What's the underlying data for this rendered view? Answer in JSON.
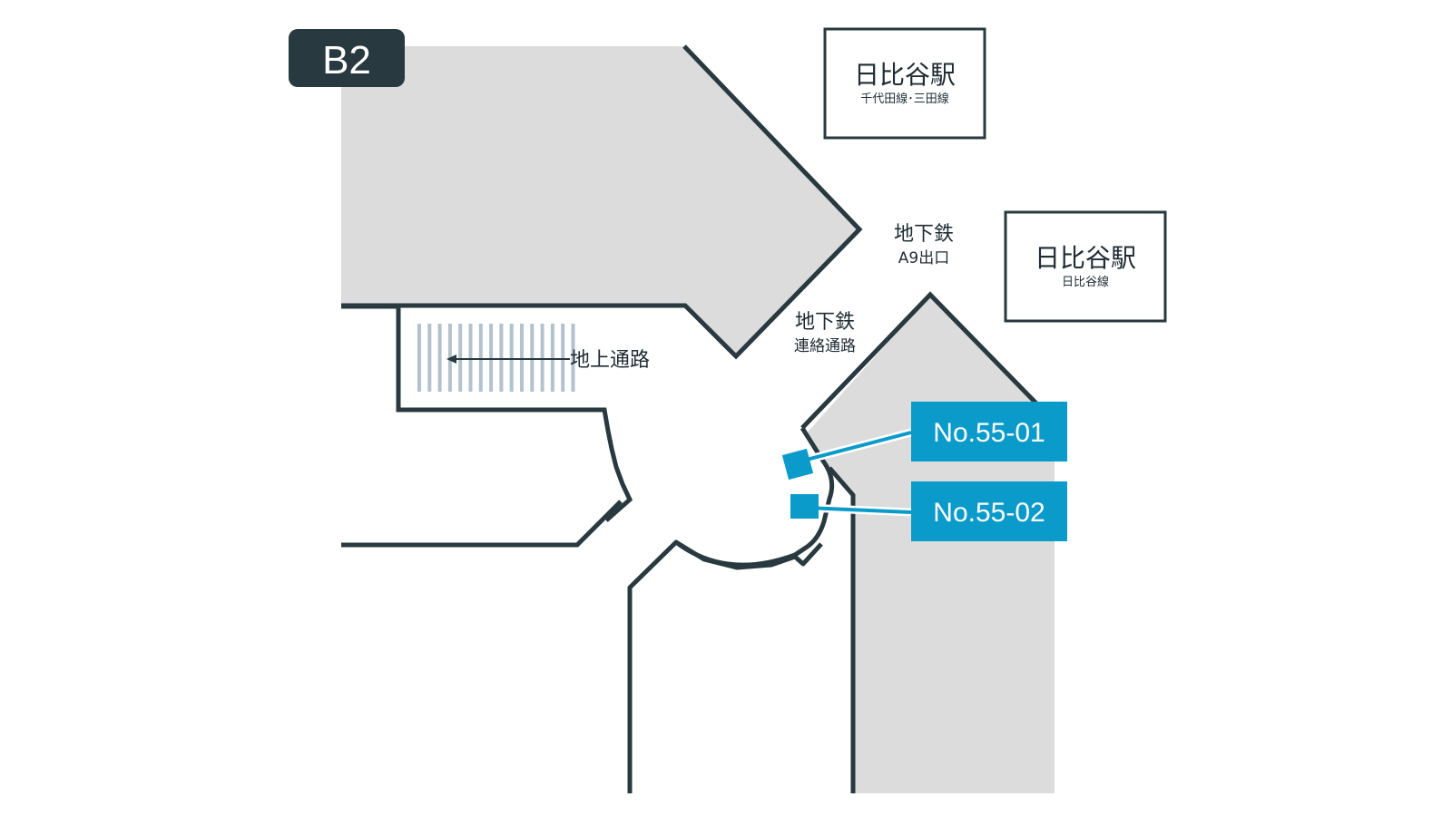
{
  "floor": {
    "label": "B2",
    "bg_color": "#28393f"
  },
  "stations": [
    {
      "name": "日比谷駅",
      "lines": "千代田線･三田線"
    },
    {
      "name": "日比谷駅",
      "lines": "日比谷線"
    }
  ],
  "signs": {
    "exit_a9": {
      "title": "地下鉄",
      "sub": "A9出口"
    },
    "connection": {
      "title": "地下鉄",
      "sub": "連絡通路"
    },
    "surface_passage": "地上通路"
  },
  "locations": [
    {
      "id": "No.55-01",
      "color": "#0b9bcb"
    },
    {
      "id": "No.55-02",
      "color": "#0b9bcb"
    }
  ],
  "colors": {
    "wall": "#28393f",
    "building_fill": "#dcdcdc",
    "stripe": "#b3c2cc",
    "accent": "#0b9bcb"
  }
}
